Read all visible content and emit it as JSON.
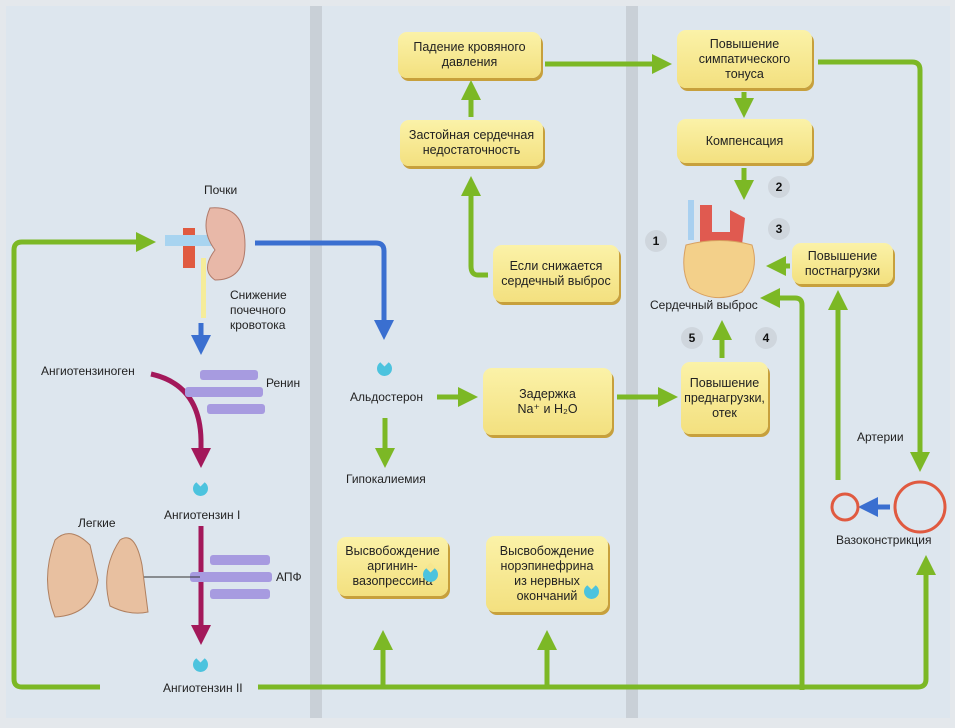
{
  "diagram_title": "Renin-angiotensin-aldosterone system in heart failure",
  "boxes": {
    "bp_drop": "Падение кровяного\nдавления",
    "sympathetic": "Повышение\nсимпатического\nтонуса",
    "chf": "Застойная сердечная\nнедостаточность",
    "compensation": "Компенсация",
    "low_output": "Если снижается\nсердечный выброс",
    "afterload": "Повышение\nпостнагрузки",
    "retention": "Задержка\nNa⁺ и H₂O",
    "preload": "Повышение\nпреднагрузки,\nотек",
    "avp": "Высвобождение\nаргинин-\nвазопрессина",
    "norepi": "Высвобождение\nнорэпинефрина\nиз нервных\nокончаний"
  },
  "labels": {
    "kidneys": "Почки",
    "renal_flow": "Снижение\nпочечного\nкровотока",
    "angiotensinogen": "Ангиотензиноген",
    "renin": "Ренин",
    "ang1": "Ангиотензин I",
    "lungs": "Легкие",
    "ace": "АПФ",
    "ang2": "Ангиотензин II",
    "aldosterone": "Альдостерон",
    "hypokalemia": "Гипокалиемия",
    "cardiac_output": "Сердечный выброс",
    "arteries": "Артерии",
    "vasoconstriction": "Вазоконстрикция"
  },
  "step_numbers": [
    "1",
    "2",
    "3",
    "4",
    "5"
  ],
  "colors": {
    "flow_green": "#7cb825",
    "renal_blue": "#3a6fd0",
    "pathway_magenta": "#a3185a",
    "enzyme_purple": "#a79be0",
    "box_fill": "#f6e690",
    "molecule_cyan": "#4cc3de"
  }
}
